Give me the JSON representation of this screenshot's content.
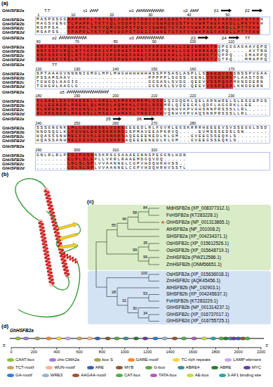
{
  "diagram": {
    "nodes": [
      {
        "text": [
          "MdHSFB2a (XP_008377312.1)",
          "FvHSFB2a (KT283228.1)",
          "GhHSFB2a (NP_001313865.1)",
          "AtHSFB2a (NP_201008.2)",
          "SlHSFB2a (XP_004234371.1)",
          "OsHSFB2c (XP_015612526.1)",
          "OsHSFB2b (XP_015648719.1)",
          "ZmHSFB2a (PWZ12586.1)",
          "ZmHSFB2b (ONM56651.1)"
        ]
      },
      {
        "text": [
          "OsHSFB2a (XP_015636018.1)",
          "ZmHSFB2c (AQK45456.1)",
          "AtHSFB2b (NP_192903.1)",
          "SlHSFB2b (XP_004245637.1)",
          "FvHSFB2b (KT283229.1)",
          "GhHSFB2b (NP_001314237.1)",
          "GhHSFB2c (XP_016737017.1)",
          "GhHSFB2d (XP_016755725.1)"
        ]
      }
    ],
    "labels": [
      "(a)",
      "(b)",
      "(c)",
      "(d)",
      "T.T",
      "η1",
      "α1",
      "η2",
      "β1",
      "β2",
      "1",
      "10",
      "20",
      "30",
      "40",
      "50",
      "GhHSFB2a",
      "GhHSFB2a",
      "MASPSSGGAAPAPFLTKTYQLVDDPSTDHIVSWGEDDTTFVVWRPPEFARDLLPNYFKH",
      "GhHSFB2b",
      "MAGSVENGTLPAPFLTKTYQLVDDPSTDDVVSWNDDGSTFVVWRTAEFAKDLLPKYFKH",
      "GhHSFB2c",
      "MSPPSA..NPAPFLTKTYQMVDDPSTDEVISWNETGTAFVVWKPAEFARDLLPTYFKH",
      "GhHSFB2d",
      "MSAPSS..TPAPFLTKTYQMVDDPSTDEIISWNETGTAFVVWKPAEFARDLLPTYFKH",
      "α2",
      "α3",
      "β3",
      "β4",
      "TT",
      "60",
      "70",
      "80",
      "90",
      "100",
      "110",
      "GhHSFB2a",
      "GhHSFB2a",
      "NNFSSFVRQLNTYGFRKVVPDRWEFANENFKRGEKHLLCEIHRRKTSQPGGGAGAAVQPQ",
      "GhHSFB2b",
      "NNFSSFVRQLNTYGFRKIVPDRWEFANEYFRKGEKHLLCEIHRRKAAQPQ.....AVTNH",
      "GhHSFB2c",
      "NNFSSFVRQLNTYGFRKIVPDRWEFANECFKRGEKHLLGEIHRRKTVQPPQ...IMAPPQ",
      "GhHSFB2d",
      "NNFSSFVRQLNTYGFRKIVPDRWEFANEYFKRGEKHLLGEIHRRKTVQTPQ...MMAPPQ",
      "TT",
      "120",
      "130",
      "140",
      "150",
      "160",
      "170",
      "GhHSFB2a",
      "GhHSFB2a",
      "SPTAAAGVNNNNIGMGLMPLMHGHHHHHHHSSPPSASLASPLLSSEEQVISSNSSPVGAA",
      "GhHSFB2b",
      "PSSAMSAAV....................PPPPPLSGSS.GENLVSSKDMGPLAASTDN",
      "GhHSFB2c",
      "TGHGQLAAGIG..................GGSASLSVDG.QEEVVSSPQSPMKNDDERN",
      "GhHSFB2d",
      "TGHGHLAAGLG..................GGSASLSVDG.QEEVVSSPQSPLKNDDERN",
      "α5",
      "180",
      "190",
      "200",
      "210",
      "220",
      "230",
      "GhHSFB2a",
      "GhHSFB2a",
      "KLAAELEKVKKERELLARELKKMKKKMEMLGSEEQIDQEKLQELARNWRELSLESGEPGS",
      "GhHSFB2b",
      "KLLEENERLRRERLQLMRDLAQMKKLCDSLRSEMRLQIEEGKLQDFLAGGRKLLEE....",
      "GhHSFB2c",
      "RLRRENERLRKENSLLMSELAHMKKLYNDIIYFVQNHVKPVAHSNNPRSSSLLRL.....",
      "GhHSFB2d",
      "RLRRENERLRKENSLLMSELAHMKKLYNDIIYFVQNHVKPVAQSNNPRSSSLLRL.....",
      "β5",
      "β6",
      "240",
      "250",
      "260",
      "270",
      "280",
      "GhHSFB2a",
      "GhHSFB2a",
      "SSSGNGNKLMLLGGSESELVIKEEEEEDLRLFGVRLEGSKRRRHEEEEVSVSSEGGLDSD",
      "GhHSFB2b",
      "NNDSQGLKLFGVWLEGSSKRKRDESPMAVEEAPKRVQ.....EVMSSSEDSLSN......",
      "GhHSFB2c",
      "HQASSSNHMELFGVKLEGSNKRSAQEEEENEDLKLGM...GVEEGSSEQKLS........",
      "GhHSFB2d",
      "HQASSANHMELFGVKLEGSNKRSAQEEEENEDLKLGM...GVEEGSSEQKLS........",
      "290",
      "300",
      "310",
      "320",
      "GhHSFB2a",
      "GhHSFB2a",
      "GNLRLRLPFGIPASSNSKRSGSAAAEGNNSPEGGNLHDN",
      "GhHSFB2b",
      "........ELPLSLEPLLVKRLRAAEMDGQVDQ......",
      "GhHSFB2c",
      "........LDLSLSPLVVAANNELCGPVHDQHRHVSS..",
      "GhHSFB2d",
      "........LDLSLSPLVVAANNELCGPVHDQHRHVSSTL",
      "84",
      "58",
      "46",
      "55",
      "35",
      "99",
      "99",
      "100",
      "28",
      "53",
      "31",
      "30",
      "34",
      "GhHSFB2a",
      "0",
      "200",
      "400",
      "600",
      "800",
      "1000",
      "1200",
      "1400",
      "1600",
      "1800",
      "2000",
      "2200",
      "5'",
      "3'"
    ],
    "legend": [
      {
        "text": "CAAT-box",
        "color": "#8fbc3f"
      },
      {
        "text": "chs-CMA2a",
        "color": "#9b7fd4"
      },
      {
        "text": "box S",
        "color": "#a3a35c"
      },
      {
        "text": "GARE-motif",
        "color": "#f08c2e"
      },
      {
        "text": "TC-rich repeats",
        "color": "#f5d33b"
      },
      {
        "text": "LAMP-element",
        "color": "#c9a7e8"
      },
      {
        "text": "TCT-motif",
        "color": "#c8a560"
      },
      {
        "text": "WUN-motif",
        "color": "#f5b48a"
      },
      {
        "text": "ARE",
        "color": "#3a5fb0"
      },
      {
        "text": "MYB",
        "color": "#8b5a2b"
      },
      {
        "text": "G-box",
        "color": "#5aa845"
      },
      {
        "text": "ABRE4",
        "color": "#3b8f8f"
      },
      {
        "text": "ABRE",
        "color": "#2e7d32"
      },
      {
        "text": "MYC",
        "color": "#6a3d9a"
      },
      {
        "text": "GA-motif",
        "color": "#2f7fd0"
      },
      {
        "text": "WRE3",
        "color": "#9db0c8"
      },
      {
        "text": "AAGAA-motif",
        "color": "#a0522d"
      },
      {
        "text": "CAT-box",
        "color": "#4caf50"
      },
      {
        "text": "TATA-box",
        "color": "#b05fb0"
      },
      {
        "text": "AE-box",
        "color": "#c6d94a"
      },
      {
        "text": "3-AF1 binding site",
        "color": "#2aa5a5"
      }
    ]
  }
}
